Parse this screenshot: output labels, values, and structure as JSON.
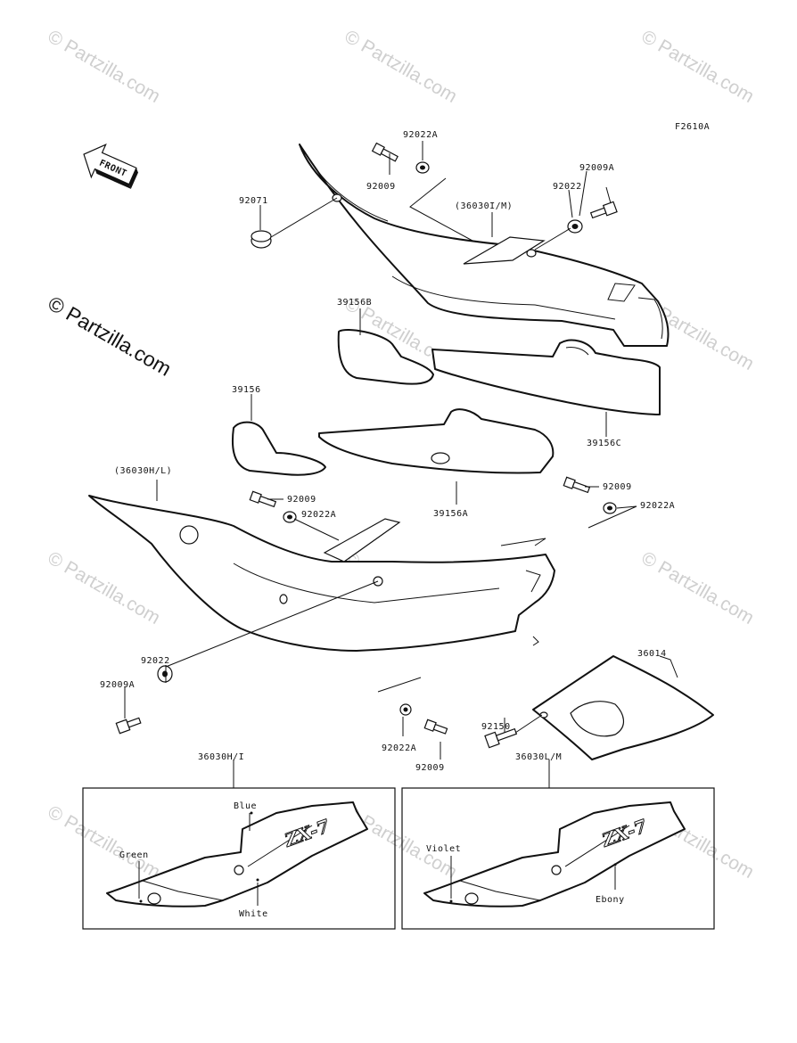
{
  "watermark": {
    "text": "© Partzilla.com"
  },
  "figure_code": "F2610A",
  "front_arrow": "FRONT",
  "callouts": {
    "p92022A_top": "92022A",
    "p92009_top": "92009",
    "p92071": "92071",
    "p36030IM": "(36030I/M)",
    "p92009A_top": "92009A",
    "p92022_top": "92022",
    "p39156B": "39156B",
    "p39156": "39156",
    "p39156C": "39156C",
    "p39156A": "39156A",
    "p36030HL": "(36030H/L)",
    "p92009_mid": "92009",
    "p92022A_mid": "92022A",
    "p92009_right": "92009",
    "p92022A_right": "92022A",
    "p92022_low": "92022",
    "p92009A_low": "92009A",
    "p36014": "36014",
    "p92150": "92150",
    "p92022A_low": "92022A",
    "p92009_low": "92009"
  },
  "inset_left": {
    "title": "36030H/I",
    "colors": [
      "Blue",
      "Green",
      "White"
    ]
  },
  "inset_right": {
    "title": "36030L/M",
    "colors": [
      "Violet",
      "Ebony"
    ]
  }
}
